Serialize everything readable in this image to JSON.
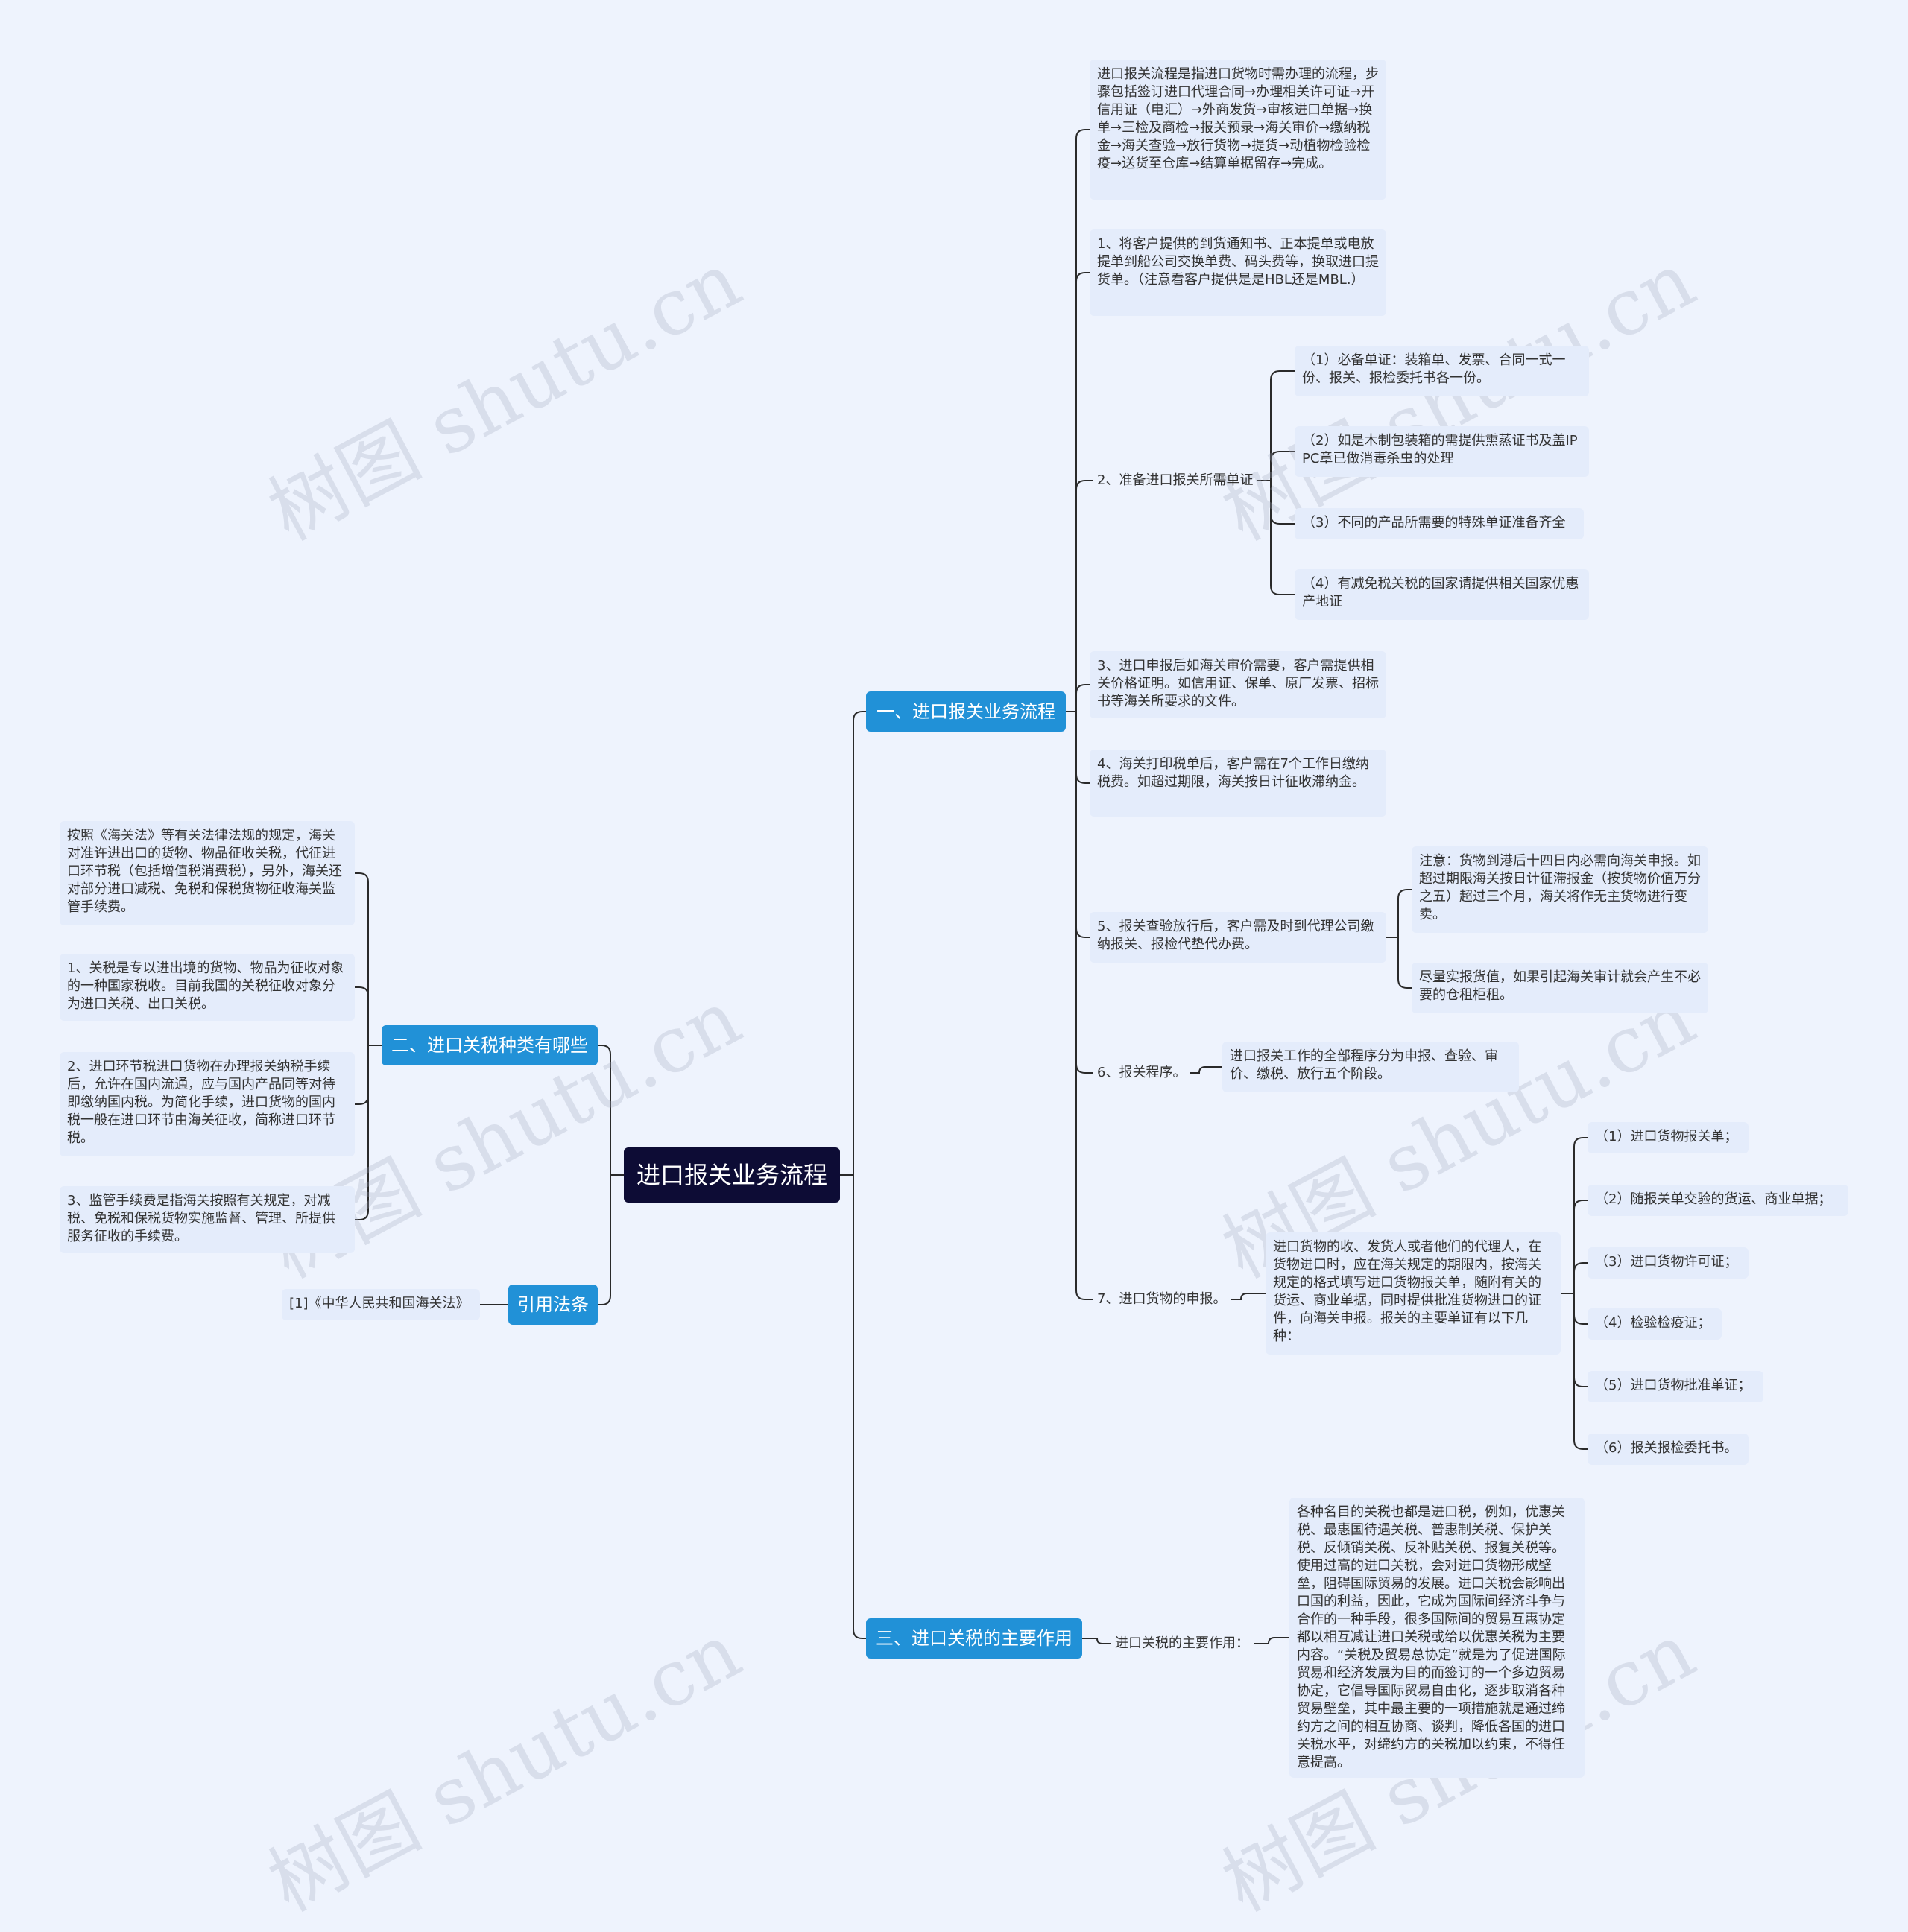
{
  "root": "进口报关业务流程",
  "watermark": "树图 shutu.cn",
  "colors": {
    "background": "#eef3fd",
    "root": "#0d0c35",
    "branch": "#2191d7",
    "leaf": "#e4ecfb",
    "line": "#2a2a2a"
  },
  "branches": {
    "b1": {
      "label": "一、进口报关业务流程",
      "intro": "进口报关流程是指进口货物时需办理的流程，步骤包括签订进口代理合同→办理相关许可证→开信用证（电汇）→外商发货→审核进口单据→换单→三检及商检→报关预录→海关审价→缴纳税金→海关查验→放行货物→提货→动植物检验检疫→送货至仓库→结算单据留存→完成。",
      "step1": "1、将客户提供的到货通知书、正本提单或电放提单到船公司交换单费、码头费等，换取进口提货单。（注意看客户提供是是HBL还是MBL.）",
      "step2": {
        "label": "2、准备进口报关所需单证",
        "items": [
          "（1）必备单证：装箱单、发票、合同一式一份、报关、报检委托书各一份。",
          "（2）如是木制包装箱的需提供熏蒸证书及盖IPPC章已做消毒杀虫的处理",
          "（3）不同的产品所需要的特殊单证准备齐全",
          "（4）有减免税关税的国家请提供相关国家优惠产地证"
        ]
      },
      "step3": "3、进口申报后如海关审价需要，客户需提供相关价格证明。如信用证、保单、原厂发票、招标书等海关所要求的文件。",
      "step4": "4、海关打印税单后，客户需在7个工作日缴纳税费。如超过期限，海关按日计征收滞纳金。",
      "step5": {
        "label": "5、报关查验放行后，客户需及时到代理公司缴纳报关、报检代垫代办费。",
        "notes": [
          "注意：货物到港后十四日内必需向海关申报。如超过期限海关按日计征滞报金（按货物价值万分之五）超过三个月，海关将作无主货物进行变卖。",
          "尽量实报货值，如果引起海关审计就会产生不必要的仓租柜租。"
        ]
      },
      "step6": {
        "label": "6、报关程序。",
        "detail": "进口报关工作的全部程序分为申报、查验、审价、缴税、放行五个阶段。"
      },
      "step7": {
        "label": "7、进口货物的申报。",
        "detail": "进口货物的收、发货人或者他们的代理人，在货物进口时，应在海关规定的期限内，按海关规定的格式填写进口货物报关单，随附有关的货运、商业单据，同时提供批准货物进口的证件，向海关申报。报关的主要单证有以下几种：",
        "docs": [
          "（1）进口货物报关单；",
          "（2）随报关单交验的货运、商业单据；",
          "（3）进口货物许可证；",
          "（4）检验检疫证；",
          "（5）进口货物批准单证；",
          "（6）报关报检委托书。"
        ]
      }
    },
    "b2": {
      "label": "二、进口关税种类有哪些",
      "items": [
        "按照《海关法》等有关法律法规的规定，海关对准许进出口的货物、物品征收关税，代征进口环节税（包括增值税消费税），另外，海关还对部分进口减税、免税和保税货物征收海关监管手续费。",
        "1、关税是专以进出境的货物、物品为征收对象的一种国家税收。目前我国的关税征收对象分为进口关税、出口关税。",
        "2、进口环节税进口货物在办理报关纳税手续后，允许在国内流通，应与国内产品同等对待即缴纳国内税。为简化手续，进口货物的国内税一般在进口环节由海关征收，简称进口环节税。",
        "3、监管手续费是指海关按照有关规定，对减税、免税和保税货物实施监督、管理、所提供服务征收的手续费。"
      ]
    },
    "b3": {
      "label": "三、进口关税的主要作用",
      "sub": "进口关税的主要作用：",
      "detail": "各种名目的关税也都是进口税，例如，优惠关税、最惠国待遇关税、普惠制关税、保护关税、反倾销关税、反补贴关税、报复关税等。使用过高的进口关税，会对进口货物形成壁垒，阻碍国际贸易的发展。进口关税会影响出口国的利益，因此，它成为国际间经济斗争与合作的一种手段，很多国际间的贸易互惠协定都以相互减让进口关税或给以优惠关税为主要内容。“关税及贸易总协定”就是为了促进国际贸易和经济发展为目的而签订的一个多边贸易协定，它倡导国际贸易自由化，逐步取消各种贸易壁垒，其中最主要的一项措施就是通过缔约方之间的相互协商、谈判，降低各国的进口关税水平，对缔约方的关税加以约束，不得任意提高。"
    },
    "b4": {
      "label": "引用法条",
      "item": "[1]《中华人民共和国海关法》"
    }
  }
}
